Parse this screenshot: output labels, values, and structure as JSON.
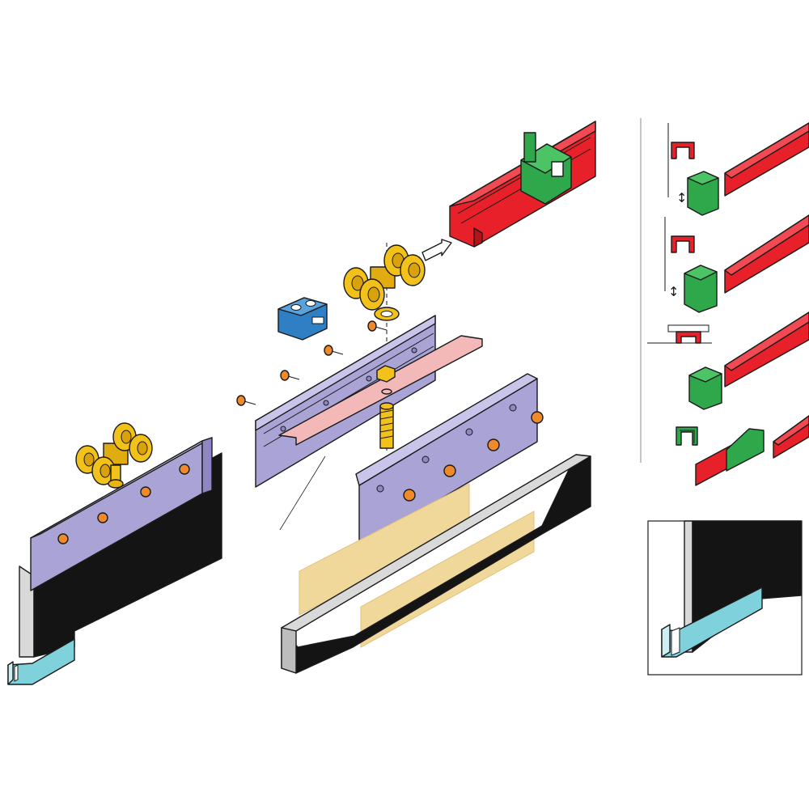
{
  "colors": {
    "track_red": "#e8202a",
    "track_red_dark": "#b5121a",
    "bracket_green": "#2ea84a",
    "plate_lilac": "#a9a3d6",
    "plate_lilac_dark": "#8e87c4",
    "wheel_yellow": "#f2c21b",
    "screw_orange": "#ef8a2b",
    "stopper_blue": "#2f7fc4",
    "insert_pink": "#f3b8b8",
    "glass_black": "#141414",
    "profile_cyan": "#7fd1dc",
    "tape_beige": "#f0d79a"
  },
  "diagram": {
    "views": [
      "exploded-assembly",
      "ceiling-mount-options",
      "bottom-guide-detail"
    ]
  }
}
